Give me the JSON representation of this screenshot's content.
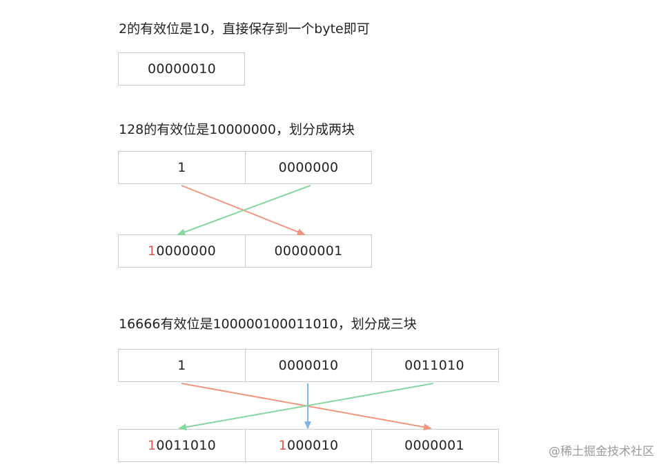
{
  "colors": {
    "accent_red": "#e05a4e",
    "arrow_red": "#f0957e",
    "arrow_green": "#86d6a0",
    "arrow_blue": "#7fb6e6",
    "border": "#c9c9c9"
  },
  "section1": {
    "heading": "2的有效位是10，直接保存到一个byte即可",
    "cells": [
      "00000010"
    ]
  },
  "section2": {
    "heading": "128的有效位是10000000，划分成两块",
    "top": [
      "1",
      "0000000"
    ],
    "bottom": [
      {
        "lead": "1",
        "rest": "0000000"
      },
      {
        "lead": "",
        "rest": "00000001"
      }
    ]
  },
  "section3": {
    "heading": "16666有效位是100000100011010，划分成三块",
    "top": [
      "1",
      "0000010",
      "0011010"
    ],
    "bottom": [
      {
        "lead": "1",
        "rest": "0011010"
      },
      {
        "lead": "1",
        "rest": "000010"
      },
      {
        "lead": "",
        "rest": "0000001"
      }
    ]
  },
  "watermark": "@稀土掘金技术社区"
}
